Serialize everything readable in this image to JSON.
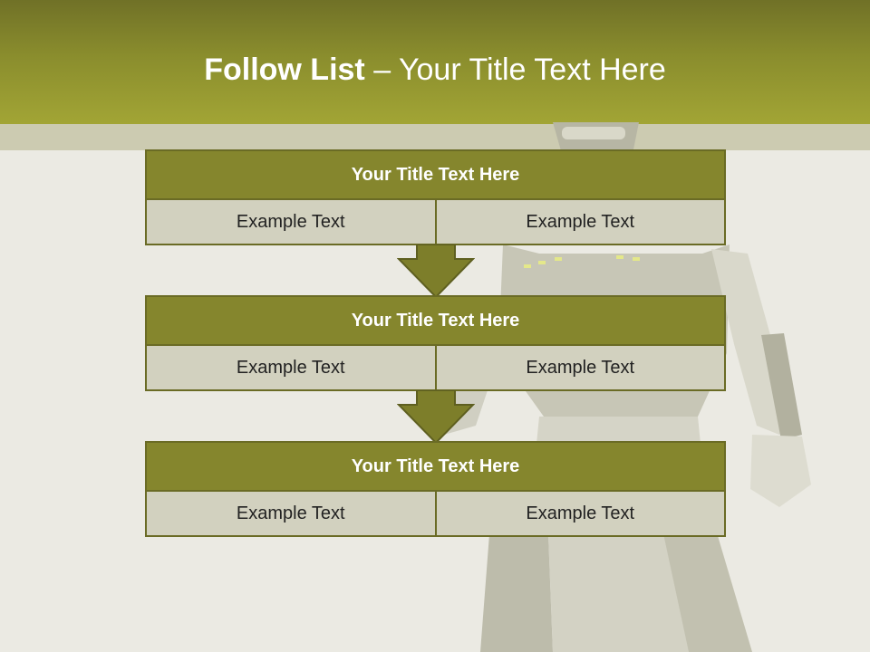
{
  "slide": {
    "title_bold": "Follow List",
    "title_rest": " – Your Title Text Here"
  },
  "blocks": [
    {
      "title": "Your Title Text Here",
      "cells": [
        "Example Text",
        "Example Text"
      ]
    },
    {
      "title": "Your Title Text Here",
      "cells": [
        "Example Text",
        "Example Text"
      ]
    },
    {
      "title": "Your Title Text Here",
      "cells": [
        "Example Text",
        "Example Text"
      ]
    }
  ],
  "colors": {
    "header": "#8a8d2d",
    "block_head": "#85862d",
    "cell": "#d2d1bf",
    "background": "#ebeae3"
  }
}
